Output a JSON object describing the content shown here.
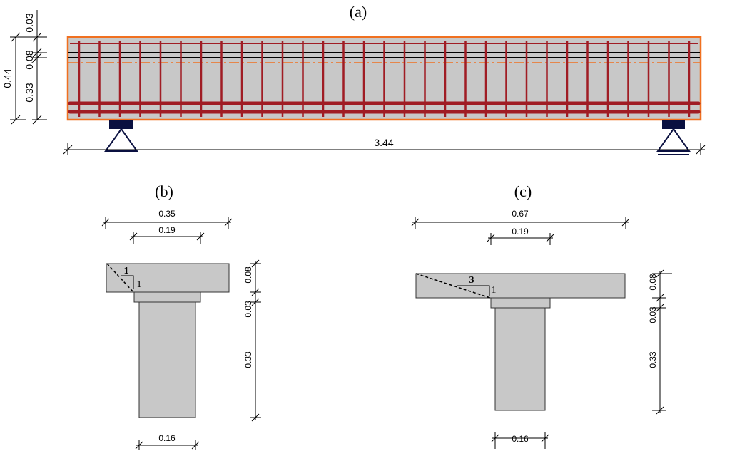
{
  "figure_a": {
    "title": "(a)",
    "span_label": "3.44",
    "height_total_label": "0.44",
    "height_parts_labels": [
      "0.03",
      "0.08",
      "0.33"
    ],
    "colors": {
      "concrete": "#c8c8c8",
      "outline": "#f07020",
      "rebar": "#a01c24",
      "support": "#0a1040",
      "black_bar": "#000000"
    }
  },
  "figure_b": {
    "title": "(b)",
    "flange_width_label": "0.35",
    "top_width_label": "0.19",
    "web_width_label": "0.16",
    "vertical_labels": [
      "0.08",
      "0.03",
      "0.33"
    ],
    "slope_labels": [
      "1",
      "1"
    ]
  },
  "figure_c": {
    "title": "(c)",
    "flange_width_label": "0.67",
    "top_width_label": "0.19",
    "web_width_label": "0.16",
    "vertical_labels": [
      "0.08",
      "0.03",
      "0.33"
    ],
    "slope_labels": [
      "3",
      "1"
    ]
  }
}
